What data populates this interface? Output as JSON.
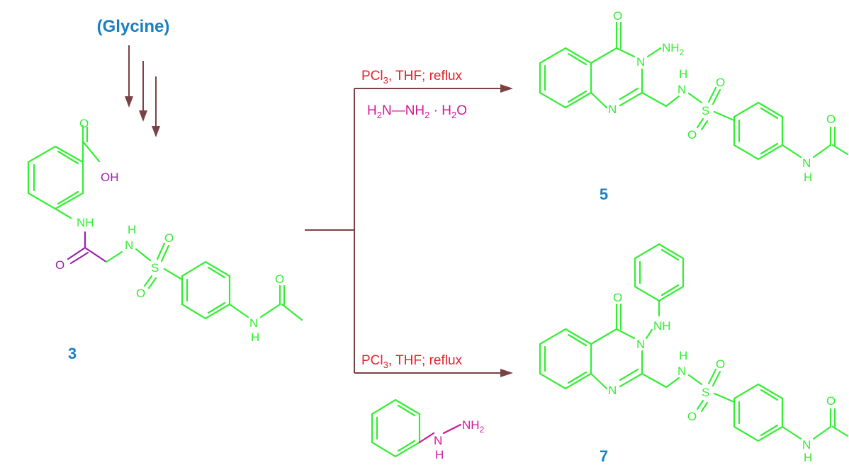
{
  "colors": {
    "structure": "#33ee33",
    "highlight": "#9922aa",
    "reagent_red": "#e8202a",
    "reagent_magenta": "#d0189a",
    "label_blue": "#1a7fc0",
    "arrow": "#7a4245"
  },
  "start": {
    "label": "(Glycine)"
  },
  "compounds": [
    {
      "id": "compound-3",
      "number": "3"
    },
    {
      "id": "compound-5",
      "number": "5"
    },
    {
      "id": "compound-7",
      "number": "7"
    }
  ],
  "atoms": {
    "o": "O",
    "oh": "OH",
    "nh": "NH",
    "n": "N",
    "h": "H",
    "s": "S",
    "nh2_N": "NH",
    "nh2_sub": "2"
  },
  "reactions": [
    {
      "id": "reaction-top",
      "conditions": [
        "PCl3, THF; reflux"
      ],
      "conditions_parts": {
        "a": "PCl",
        "sub": "3",
        "b": ", THF; reflux"
      },
      "reagent_parts": [
        "H",
        "2",
        "N—NH",
        "2",
        " · H",
        "2",
        "O"
      ]
    },
    {
      "id": "reaction-bottom",
      "conditions_parts": {
        "a": "PCl",
        "sub": "3",
        "b": ", THF; reflux"
      }
    }
  ]
}
